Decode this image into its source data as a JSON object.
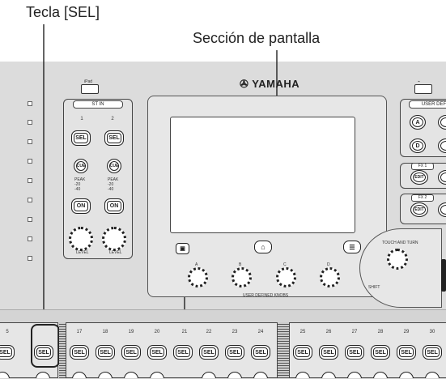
{
  "callouts": {
    "sel_key": "Tecla [SEL]",
    "screen_section": "Sección de pantalla"
  },
  "brand": "YAMAHA",
  "st_in": {
    "title": "ST IN",
    "usb_label": "iPad",
    "channels": [
      "1",
      "2"
    ],
    "sel_label": "SEL",
    "cue_label": "CUE",
    "on_label": "ON",
    "meter_labels": [
      "PEAK",
      "-20",
      "-40"
    ],
    "knob_label": "LEVEL"
  },
  "screen_section": {
    "user_knobs": [
      "A",
      "B",
      "C",
      "D"
    ],
    "user_knobs_title": "USER DEFINED KNOBS",
    "touch_turn": "TOUCH AND TURN",
    "shift": "SHIFT"
  },
  "user_defined": {
    "title": "USER DEF",
    "keys": [
      "A",
      "D"
    ]
  },
  "fx": [
    {
      "title": "FX 1",
      "edit_label": "EDIT"
    },
    {
      "title": "FX 2",
      "edit_label": "EDIT"
    }
  ],
  "bottom_strips": {
    "left_partial": {
      "nums": [
        "5"
      ],
      "sel_label": "SEL"
    },
    "group1": {
      "nums": [
        "17",
        "18",
        "19",
        "20",
        "21",
        "22",
        "23",
        "24"
      ]
    },
    "group2": {
      "nums": [
        "25",
        "26",
        "27",
        "28",
        "29",
        "30"
      ]
    },
    "sel_label": "SEL"
  },
  "colors": {
    "panel": "#dcdcdc",
    "ink": "#222222"
  }
}
